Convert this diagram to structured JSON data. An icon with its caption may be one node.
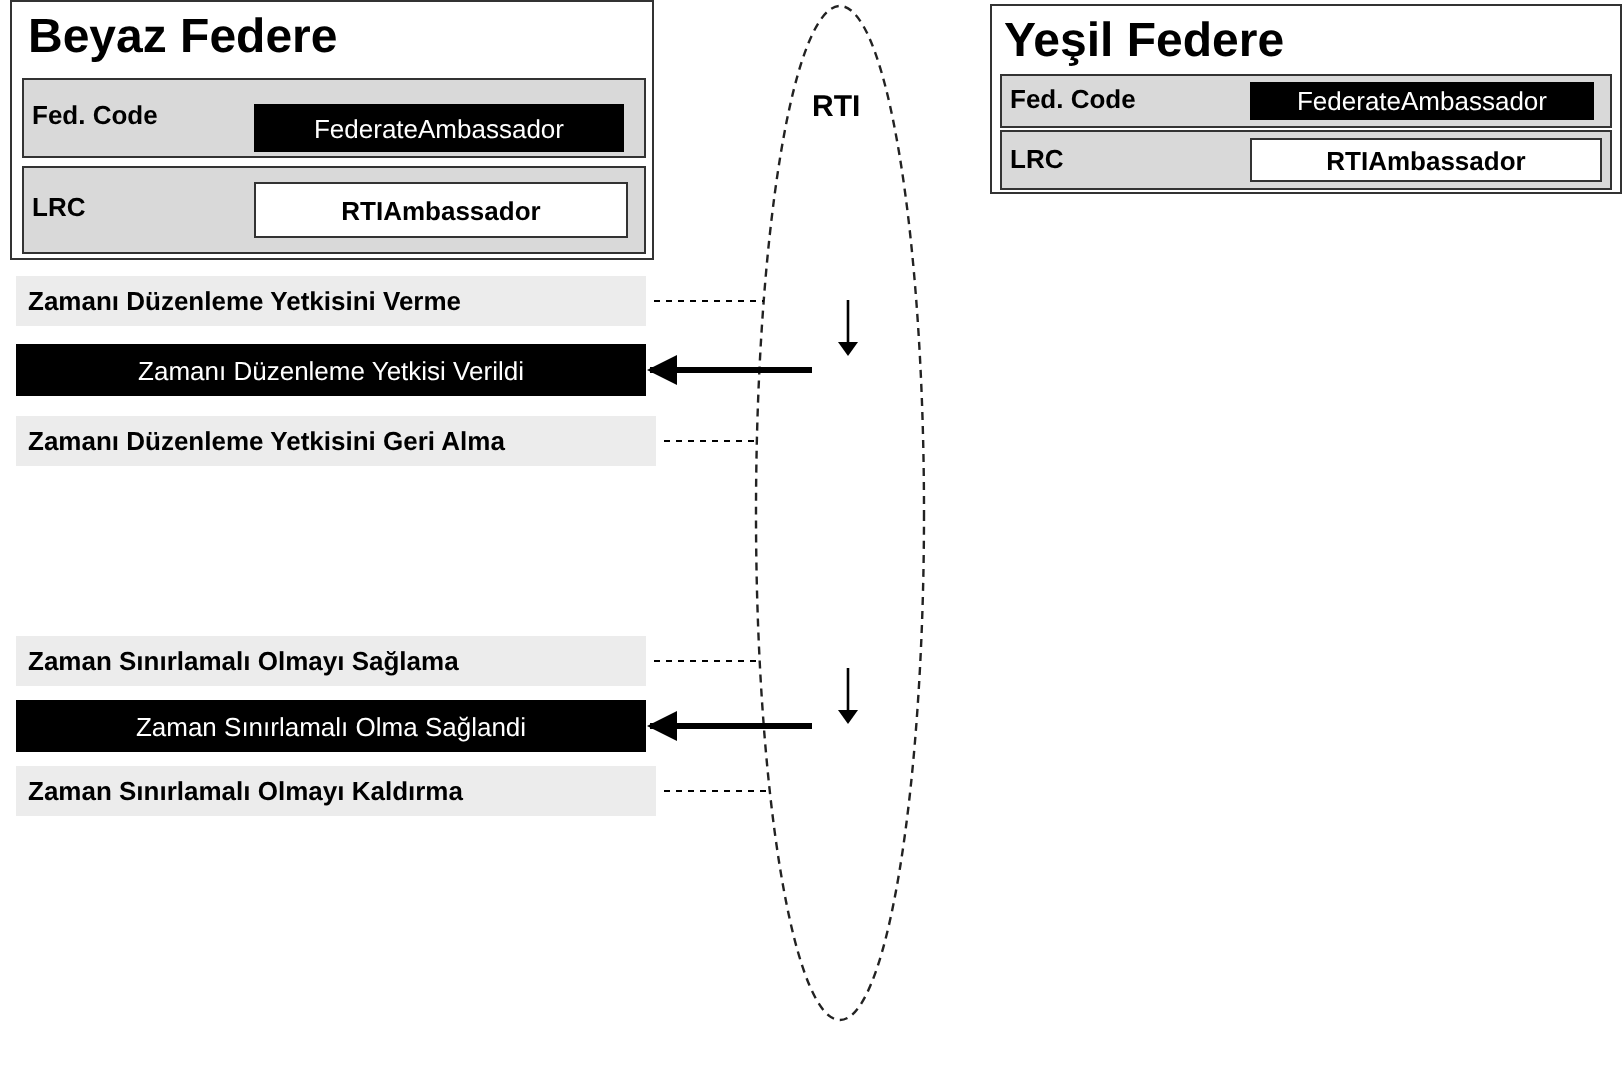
{
  "diagram": {
    "nodes": [
      {
        "text": [
          "Beyaz Federe"
        ]
      },
      {
        "text": [
          "Fed. Code"
        ],
        "in": 0
      },
      {
        "text": [
          "FederateAmbassador"
        ],
        "in": 1
      },
      {
        "text": [
          "LRC"
        ],
        "in": 0
      },
      {
        "text": [
          "RTIAmbassador"
        ],
        "in": 3
      },
      {
        "text": [
          "Yeşil Federe"
        ]
      },
      {
        "text": [
          "Fed. Code"
        ],
        "in": 5
      },
      {
        "text": [
          "FederateAmbassador"
        ],
        "in": 6
      },
      {
        "text": [
          "LRC"
        ],
        "in": 5
      },
      {
        "text": [
          "RTIAmbassador"
        ],
        "in": 8
      },
      {
        "text": [
          "RTI"
        ]
      },
      {
        "text": [
          "Zamanı Düzenleme Yetkisini Verme"
        ]
      },
      {
        "text": [
          "Zamanı Düzenleme Yetkisi Verildi"
        ]
      },
      {
        "text": [
          "Zamanı Düzenleme Yetkisini Geri Alma"
        ]
      },
      {
        "text": [
          "Zaman Sınırlamalı Olmayı Sağlama"
        ]
      },
      {
        "text": [
          "Zaman Sınırlamalı Olma Sağlandi"
        ]
      },
      {
        "text": [
          "Zaman Sınırlamalı Olmayı Kaldırma"
        ]
      }
    ],
    "edges": [
      {
        "from": 11,
        "to": 10,
        "arrow": "none",
        "style": "dashed"
      },
      {
        "from": 10,
        "to": 12,
        "arrow": "to",
        "style": "thick"
      },
      {
        "from": 13,
        "to": 10,
        "arrow": "none",
        "style": "dashed"
      },
      {
        "from": 14,
        "to": 10,
        "arrow": "none",
        "style": "dashed"
      },
      {
        "from": 10,
        "to": 15,
        "arrow": "to",
        "style": "thick"
      },
      {
        "from": 16,
        "to": 10,
        "arrow": "none",
        "style": "dashed"
      }
    ]
  }
}
